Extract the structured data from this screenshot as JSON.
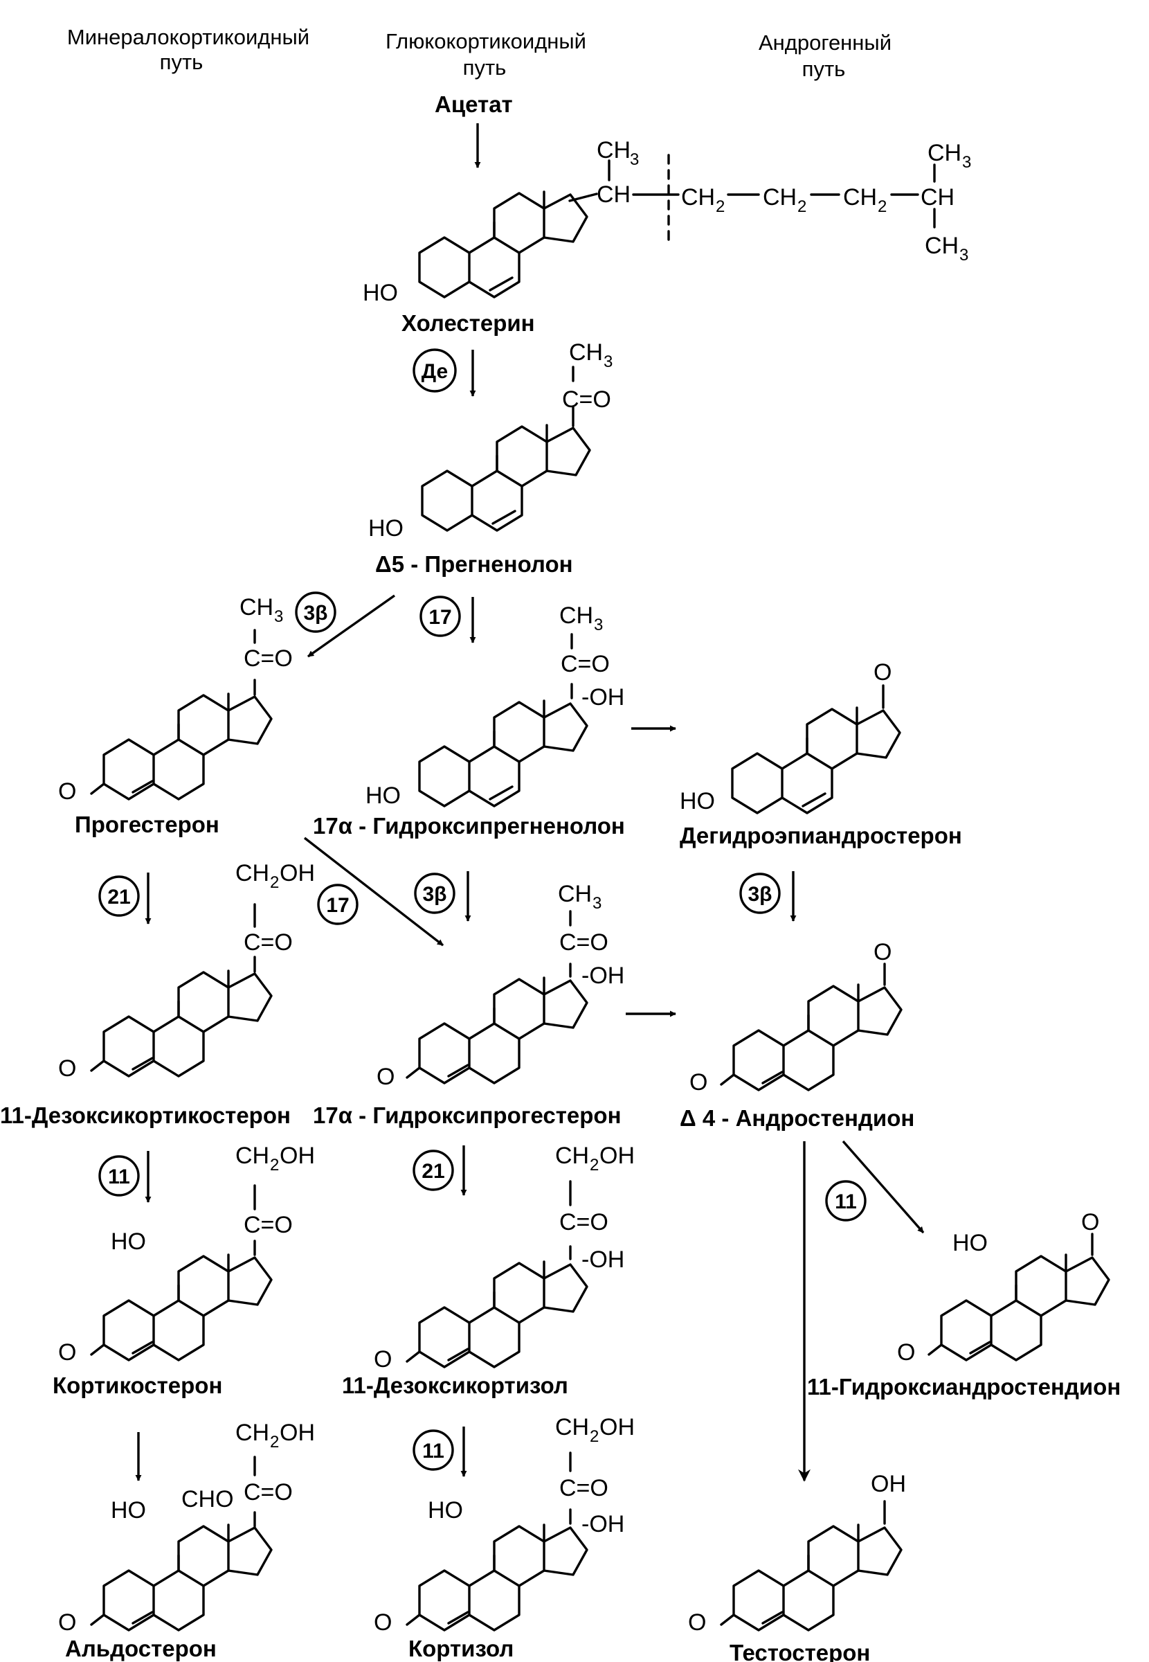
{
  "headers": {
    "mineral_l1": "Минералокортикоидный",
    "mineral_l2": "путь",
    "gluco_l1": "Глюкокортикоидный",
    "gluco_l2": "путь",
    "andro_l1": "Андрогенный",
    "andro_l2": "путь"
  },
  "compounds": {
    "acetate": "Ацетат",
    "cholesterol": "Холестерин",
    "pregnenolone": "Δ5  -  Прегненолон",
    "progesterone": "Прогестерон",
    "hydroxypregnenolone": "17α  -  Гидроксипрегненолон",
    "dhea": "Дегидроэпиандростерон",
    "deoxycorticosterone": "11-Дезоксикортикостерон",
    "hydroxyprogesterone": "17α - Гидроксипрогестерон",
    "androstenedione": "Δ 4 - Андростендион",
    "corticosterone": "Кортикостерон",
    "deoxycortisol": "11-Дезоксикортизол",
    "hydroxyandrostenedione": "11-Гидроксиандростендион",
    "aldosterone": "Альдостерон",
    "cortisol": "Кортизол",
    "testosterone": "Тестостерон"
  },
  "enzymes": {
    "de": "Де",
    "e3b": "3β",
    "e17": "17",
    "e21": "21",
    "e11": "11"
  },
  "groups": {
    "ch3": "CH",
    "ch2": "CH",
    "ch": "CH",
    "n3": "3",
    "n2": "2",
    "co": "C=O",
    "oh": "OH",
    "hdot_oh": "-OH",
    "ho": "HO",
    "ho_l": "HO",
    "o": "O",
    "cho": "CHO",
    "c_char": "C",
    "dash": "—",
    "ch2oh_a": "CH",
    "ch2oh_b": "OH"
  }
}
